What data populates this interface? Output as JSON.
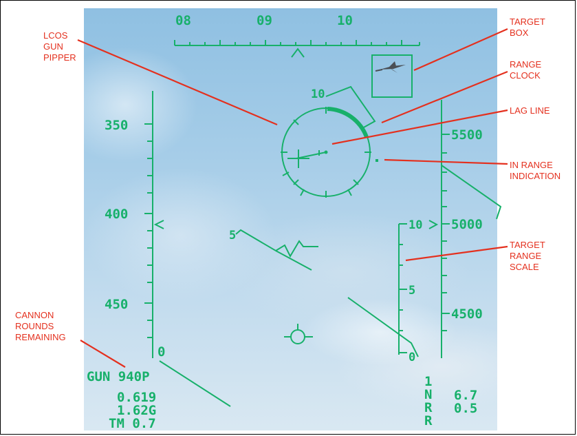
{
  "hud": {
    "heading_scale": [
      "08",
      "09",
      "10"
    ],
    "altitude_scale": [
      "5500",
      "5000",
      "4500"
    ],
    "airspeed_scale": [
      "350",
      "400",
      "450"
    ],
    "target_range_scale": [
      "10",
      "5",
      "0"
    ],
    "range_clock_value": "10",
    "pitch_ladder_label": "5",
    "airspeed_tape_zero": "0",
    "weapon": "GUN 940P",
    "left_readouts": [
      "0.619",
      "1.62G",
      "TM 0.7"
    ],
    "right_readouts": {
      "col1": [
        "1",
        "N",
        "R",
        "R"
      ],
      "col2": [
        "6.7",
        "0.5"
      ]
    },
    "symbology_color": "#17b06a"
  },
  "annotations": {
    "lcos_gun_pipper": [
      "LCOS",
      "GUN",
      "PIPPER"
    ],
    "target_box": [
      "TARGET",
      "BOX"
    ],
    "range_clock": [
      "RANGE",
      "CLOCK"
    ],
    "lag_line": [
      "LAG LINE"
    ],
    "in_range_indication": [
      "IN RANGE",
      "INDICATION"
    ],
    "target_range_scale": [
      "TARGET",
      "RANGE",
      "SCALE"
    ],
    "cannon_rounds_remaining": [
      "CANNON",
      "ROUNDS",
      "REMAINING"
    ],
    "label_color": "#e4301e"
  }
}
